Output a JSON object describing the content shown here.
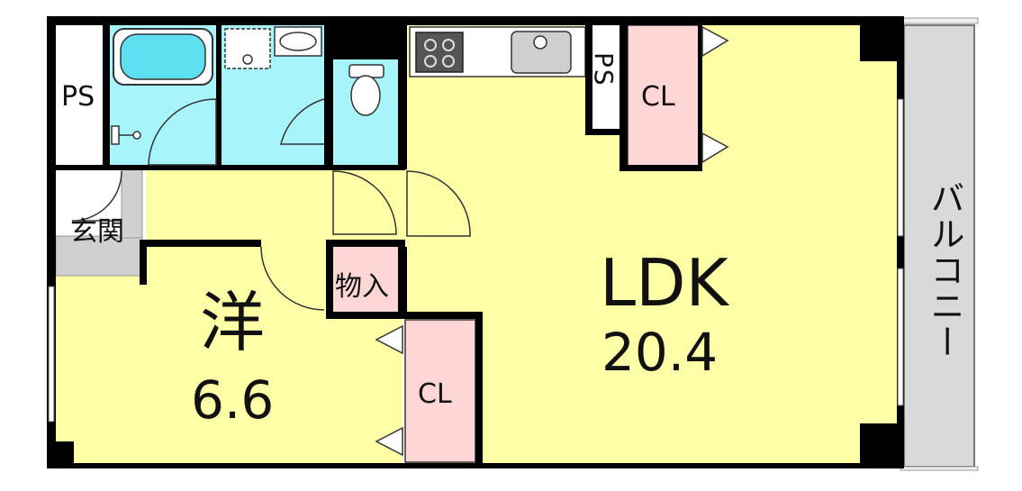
{
  "colors": {
    "ldk_floor": "#ffffa8",
    "western_floor": "#ffffa8",
    "wet_area": "#a8f4fb",
    "closet": "#ffd6d6",
    "storage": "#ffd6d6",
    "balcony": "#d9d9d9",
    "wall": "#000000",
    "entrance_tile": "#d0d0d0"
  },
  "rooms": {
    "ldk": {
      "name": "LDK",
      "size": "20.4"
    },
    "western": {
      "name": "洋",
      "size": "6.6"
    },
    "closet_ldk": {
      "name": "CL"
    },
    "closet_western": {
      "name": "CL"
    },
    "storage": {
      "name": "物入"
    },
    "ps_left": {
      "name": "PS"
    },
    "ps_kitchen": {
      "name": "PS"
    },
    "entrance": {
      "name": "玄関"
    },
    "balcony": {
      "name": "バルコニー"
    }
  },
  "icons": [
    "bathtub-icon",
    "washbasin-icon",
    "toilet-icon",
    "stove-icon",
    "kitchen-sink-icon",
    "washing-machine-icon",
    "shower-icon"
  ]
}
